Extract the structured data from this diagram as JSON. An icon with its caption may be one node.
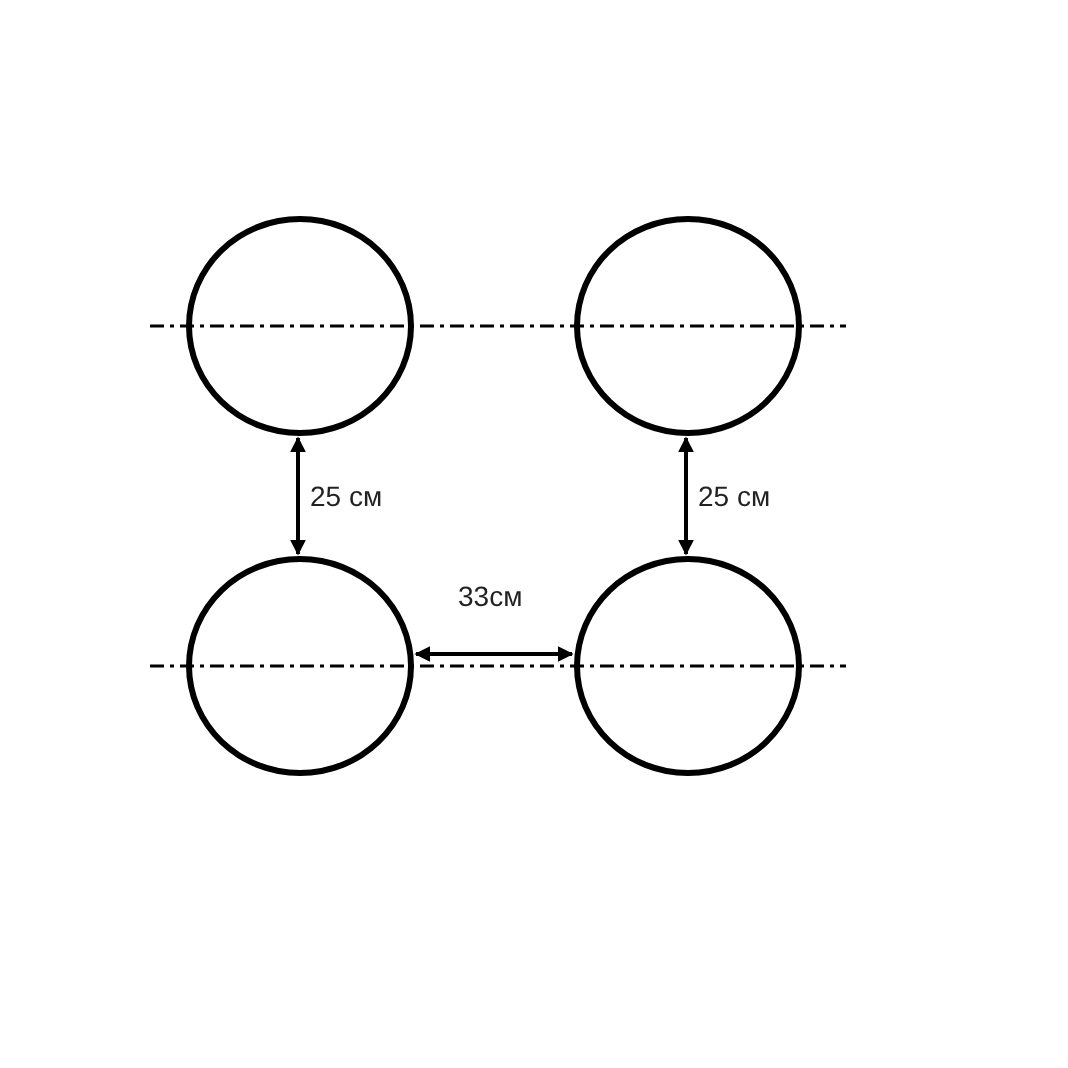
{
  "diagram": {
    "nodes": [
      {
        "text": [],
        "shape": "circle"
      },
      {
        "text": [],
        "shape": "circle"
      },
      {
        "text": [],
        "shape": "circle"
      },
      {
        "text": [],
        "shape": "circle"
      }
    ],
    "edges": [
      {
        "from": 0,
        "to": 2,
        "arrow": "both",
        "label": "25 см"
      },
      {
        "from": 1,
        "to": 3,
        "arrow": "both",
        "label": "25 см"
      },
      {
        "from": 2,
        "to": 3,
        "arrow": "both",
        "label": "33см"
      }
    ]
  }
}
